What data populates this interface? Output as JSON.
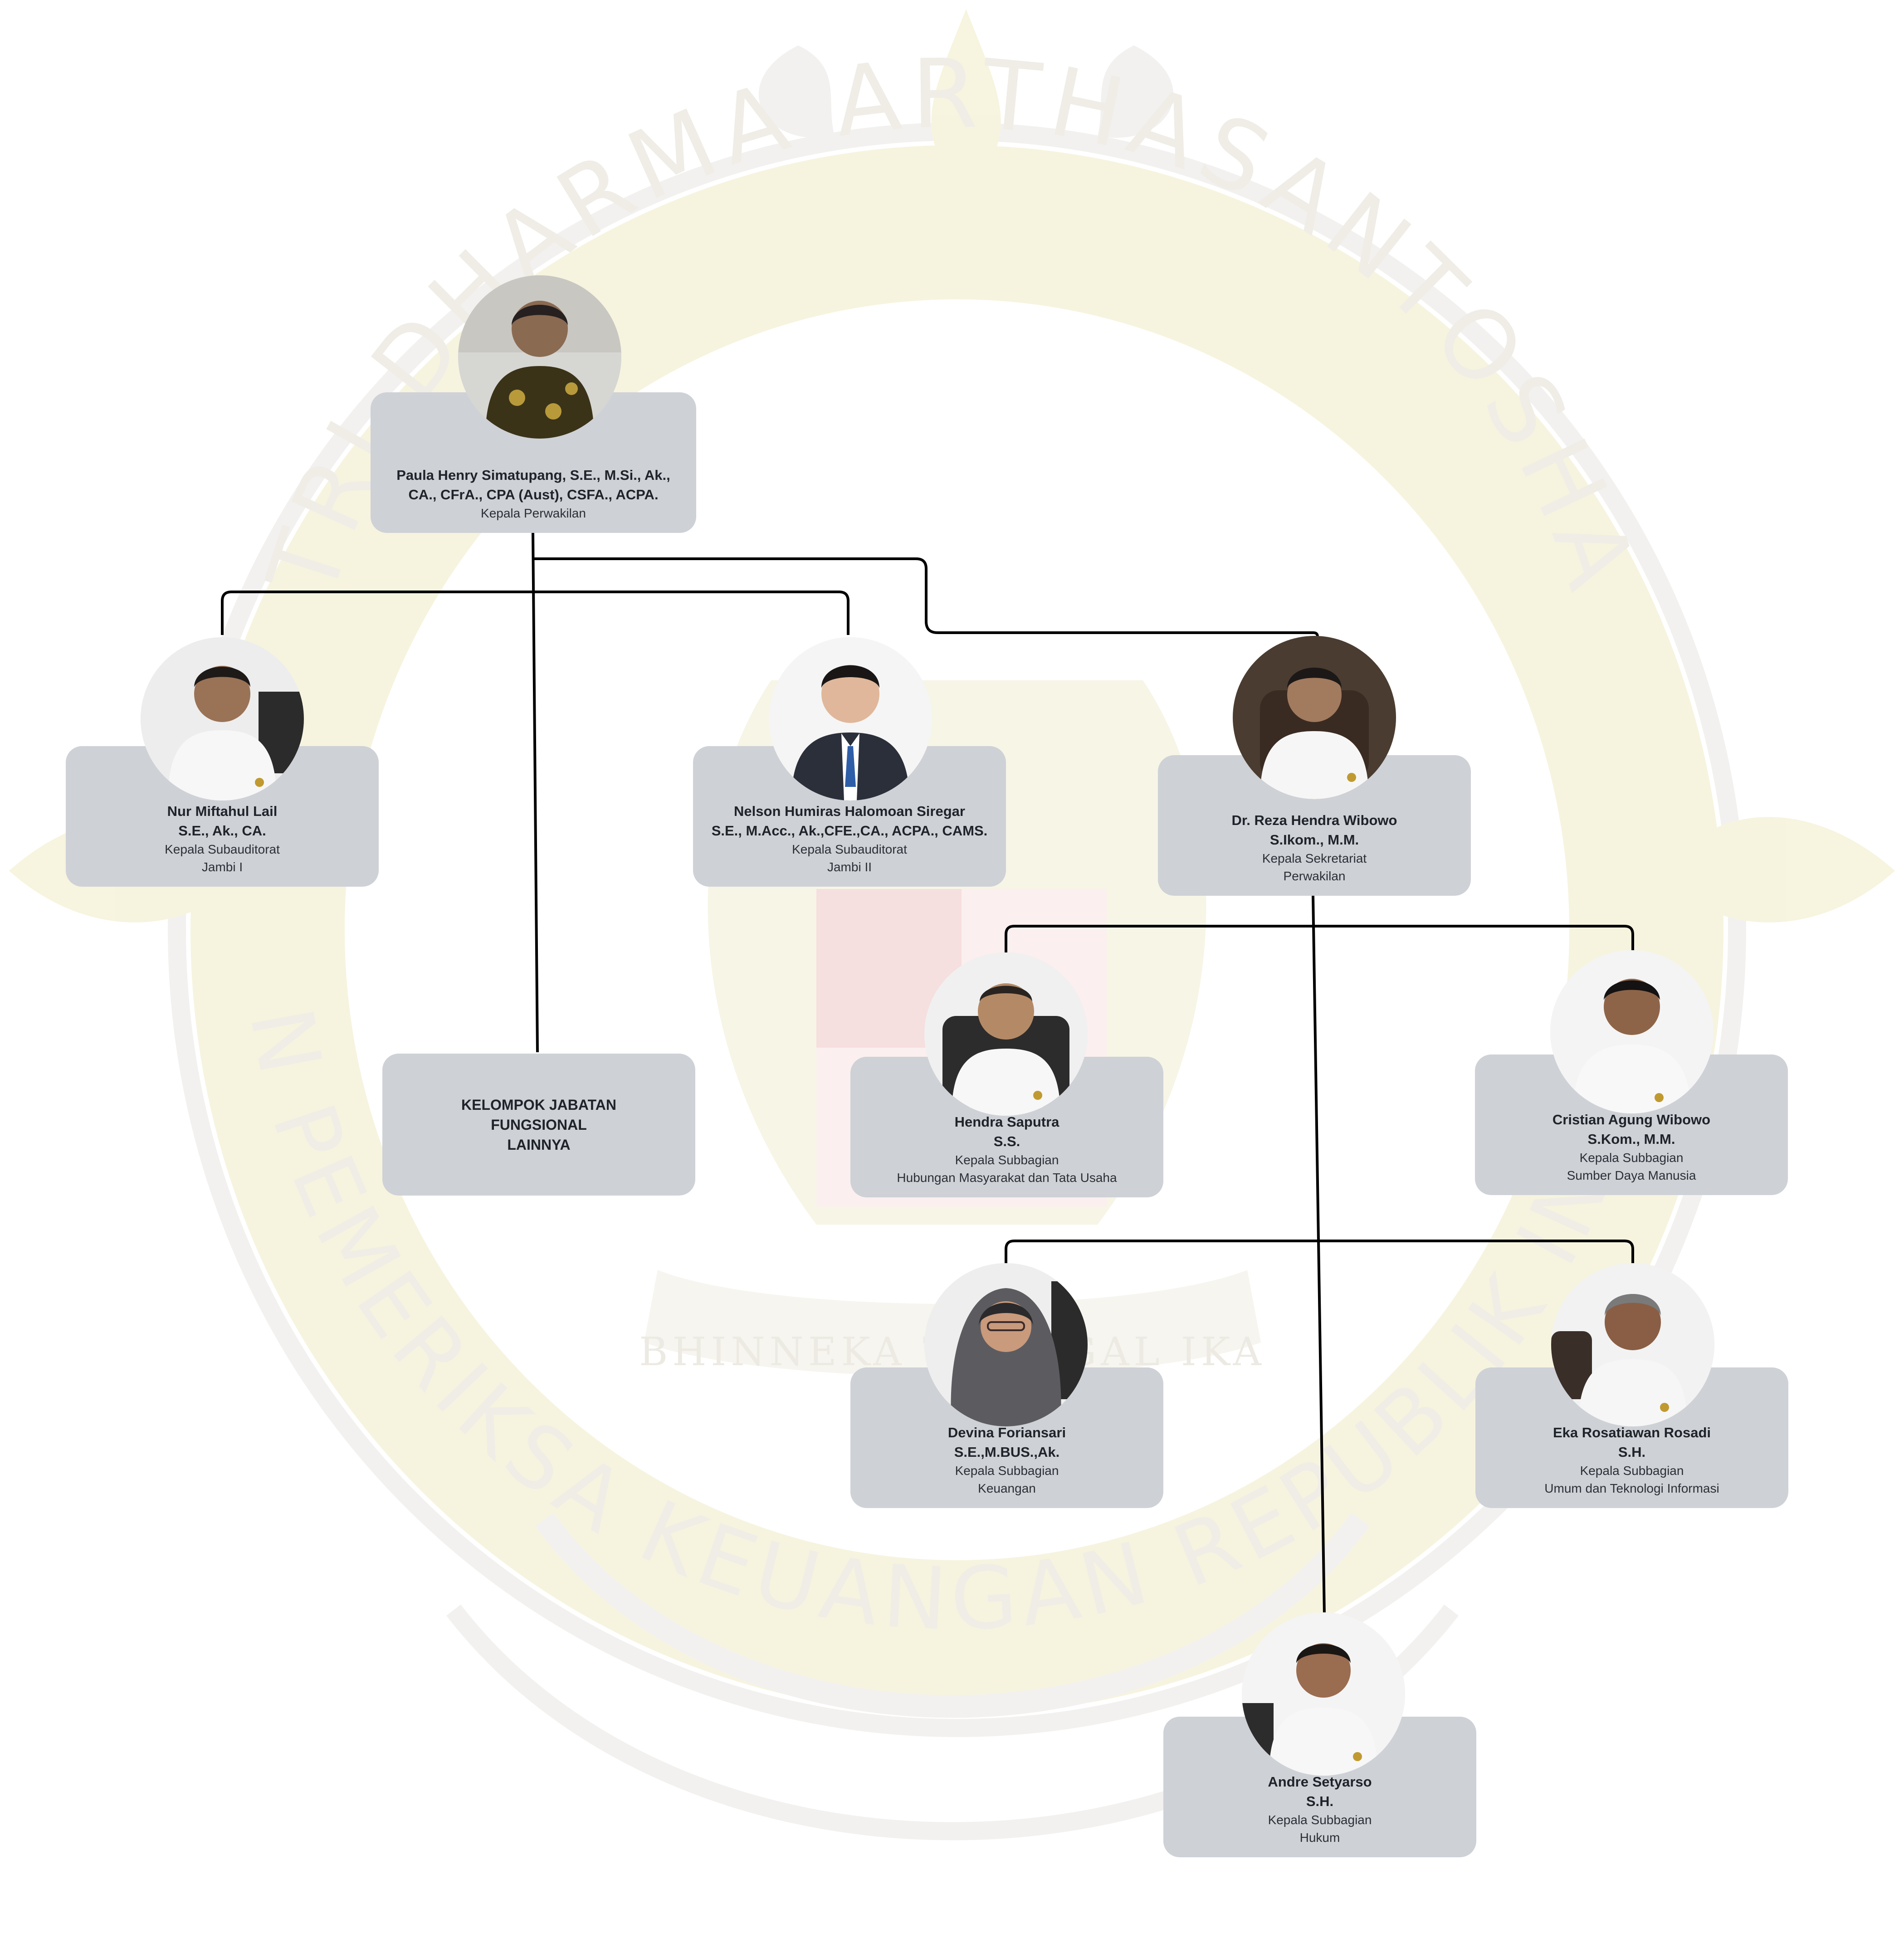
{
  "watermark": {
    "ring_text_top": "TRI DHARMA ARTHASANTOSHA",
    "ring_text_bottom": "BADAN PEMERIKSA KEUANGAN REPUBLIK INDONESIA",
    "motto": "BHINNEKA TUNGGAL IKA"
  },
  "colors": {
    "card": "#ced1d6",
    "line": "#000000",
    "text": "#1f232a",
    "watermark": "#f4f1da"
  },
  "head": {
    "name1": "Paula Henry Simatupang, S.E., M.Si., Ak.,",
    "name2": "CA., CFrA., CPA (Aust), CSFA., ACPA.",
    "role1": "Kepala Perwakilan"
  },
  "sub1": {
    "name1": "Nur Miftahul Lail",
    "name2": "S.E., Ak., CA.",
    "role1": "Kepala Subauditorat",
    "role2": "Jambi I"
  },
  "sub2": {
    "name1": "Nelson Humiras Halomoan Siregar",
    "name2": "S.E., M.Acc., Ak.,CFE.,CA., ACPA., CAMS.",
    "role1": "Kepala Subauditorat",
    "role2": "Jambi II"
  },
  "sekretariat": {
    "name1": "Dr. Reza Hendra Wibowo",
    "name2": "S.Ikom., M.M.",
    "role1": "Kepala Sekretariat",
    "role2": "Perwakilan"
  },
  "fungsional": {
    "line1": "KELOMPOK JABATAN",
    "line2": "FUNGSIONAL",
    "line3": "LAINNYA"
  },
  "humas": {
    "name1": "Hendra Saputra",
    "name2": "S.S.",
    "role1": "Kepala Subbagian",
    "role2": "Hubungan Masyarakat dan Tata Usaha"
  },
  "sdm": {
    "name1": "Cristian Agung Wibowo",
    "name2": "S.Kom., M.M.",
    "role1": "Kepala Subbagian",
    "role2": "Sumber Daya Manusia"
  },
  "keuangan": {
    "name1": "Devina Foriansari",
    "name2": "S.E.,M.BUS.,Ak.",
    "role1": "Kepala Subbagian",
    "role2": "Keuangan"
  },
  "umum": {
    "name1": "Eka Rosatiawan Rosadi",
    "name2": "S.H.",
    "role1": "Kepala Subbagian",
    "role2": "Umum dan Teknologi Informasi"
  },
  "hukum": {
    "name1": "Andre Setyarso",
    "name2": "S.H.",
    "role1": "Kepala Subbagian",
    "role2": "Hukum"
  }
}
